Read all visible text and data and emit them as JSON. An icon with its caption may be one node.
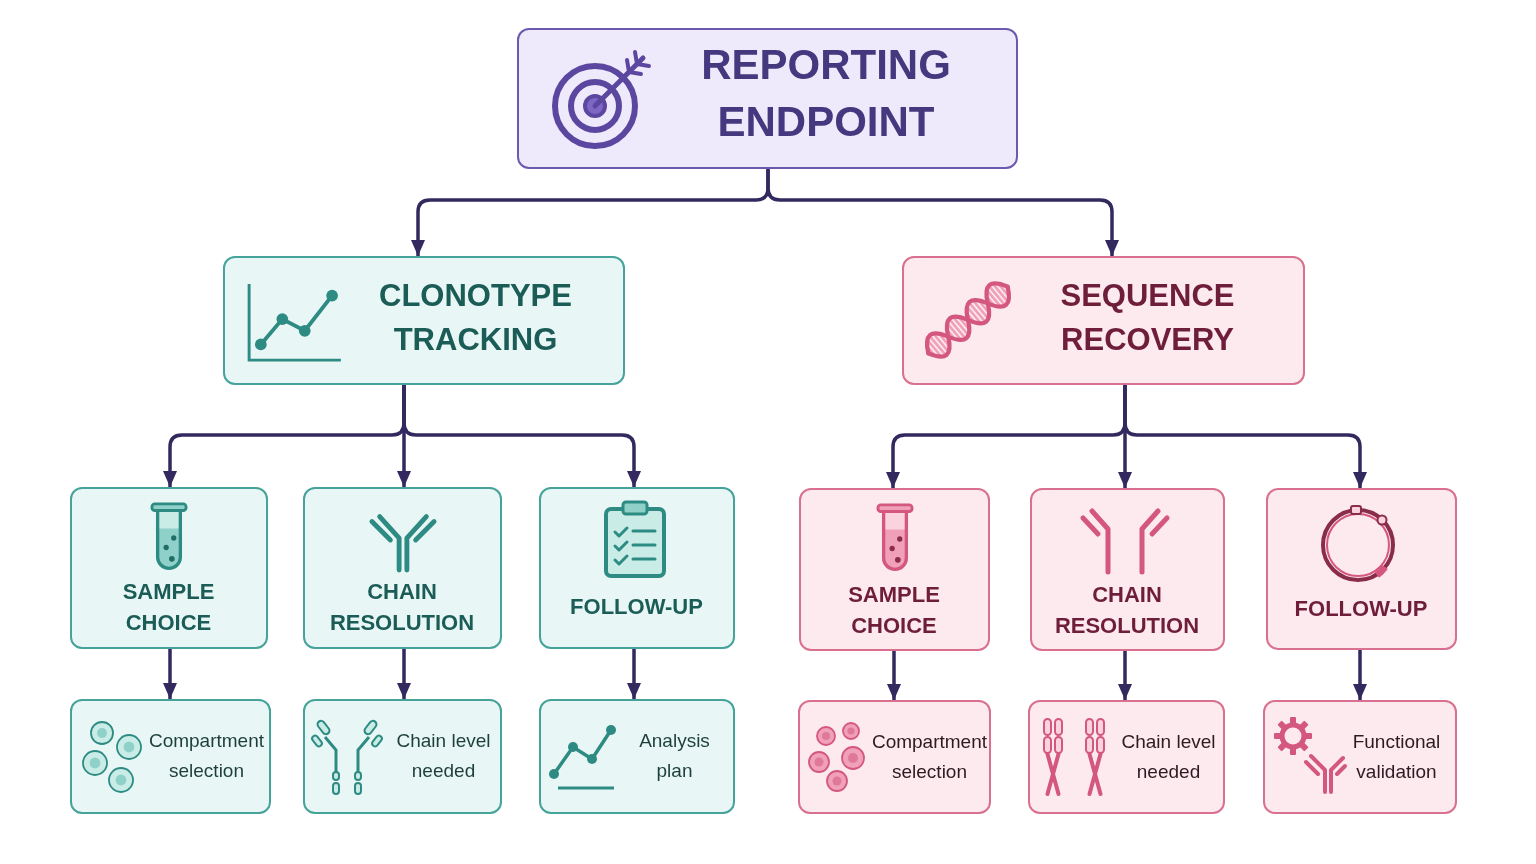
{
  "diagram": {
    "nodes": [
      {
        "text": [
          "REPORTING ENDPOINT"
        ]
      },
      {
        "text": [
          "CLONOTYPE TRACKING"
        ]
      },
      {
        "text": [
          "SEQUENCE RECOVERY"
        ]
      },
      {
        "text": [
          "SAMPLE CHOICE"
        ]
      },
      {
        "text": [
          "CHAIN RESOLUTION"
        ]
      },
      {
        "text": [
          "FOLLOW-UP"
        ]
      },
      {
        "text": [
          "SAMPLE CHOICE"
        ]
      },
      {
        "text": [
          "CHAIN RESOLUTION"
        ]
      },
      {
        "text": [
          "FOLLOW-UP"
        ]
      },
      {
        "text": [
          "Compartment selection"
        ]
      },
      {
        "text": [
          "Chain level needed"
        ]
      },
      {
        "text": [
          "Analysis plan"
        ]
      },
      {
        "text": [
          "Compartment selection"
        ]
      },
      {
        "text": [
          "Chain level needed"
        ]
      },
      {
        "text": [
          "Functional validation"
        ]
      }
    ],
    "edges": [
      {
        "from": 0,
        "to": 1,
        "arrow": "to"
      },
      {
        "from": 0,
        "to": 2,
        "arrow": "to"
      },
      {
        "from": 1,
        "to": 3,
        "arrow": "to"
      },
      {
        "from": 1,
        "to": 4,
        "arrow": "to"
      },
      {
        "from": 1,
        "to": 5,
        "arrow": "to"
      },
      {
        "from": 2,
        "to": 6,
        "arrow": "to"
      },
      {
        "from": 2,
        "to": 7,
        "arrow": "to"
      },
      {
        "from": 2,
        "to": 8,
        "arrow": "to"
      },
      {
        "from": 3,
        "to": 9,
        "arrow": "to"
      },
      {
        "from": 4,
        "to": 10,
        "arrow": "to"
      },
      {
        "from": 5,
        "to": 11,
        "arrow": "to"
      },
      {
        "from": 6,
        "to": 12,
        "arrow": "to"
      },
      {
        "from": 7,
        "to": 13,
        "arrow": "to"
      },
      {
        "from": 8,
        "to": 14,
        "arrow": "to"
      }
    ]
  }
}
